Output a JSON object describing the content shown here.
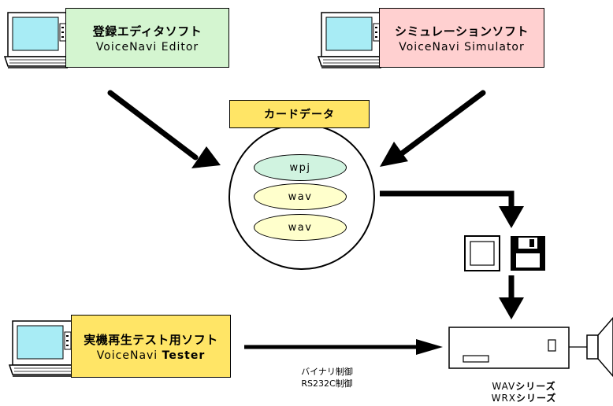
{
  "editor": {
    "title_jp": "登録エディタソフト",
    "title_en": "VoiceNavi Editor"
  },
  "simulator": {
    "title_jp": "シミュレーションソフト",
    "title_en": "VoiceNavi Simulator"
  },
  "tester": {
    "title_jp": "実機再生テスト用ソフト",
    "title_en_prefix": "VoiceNavi",
    "title_en_bold": "Tester"
  },
  "card_data": {
    "label": "カードデータ",
    "files": [
      "wpj",
      "wav",
      "wav"
    ]
  },
  "link": {
    "line1": "バイナリ制御",
    "line2": "RS232C制御"
  },
  "series": [
    {
      "prefix": "WAV",
      "suffix": "シリーズ"
    },
    {
      "prefix": "WRX",
      "suffix": "シリーズ"
    }
  ],
  "colors": {
    "editor_bg": "#d4f5d0",
    "simulator_bg": "#ffd0d0",
    "tester_bg": "#ffe566",
    "card_label_bg": "#ffe566",
    "wpj_bg": "#d0f3e0",
    "wav_bg": "#ffffcc",
    "laptop_screen": "#a8ecf5"
  }
}
